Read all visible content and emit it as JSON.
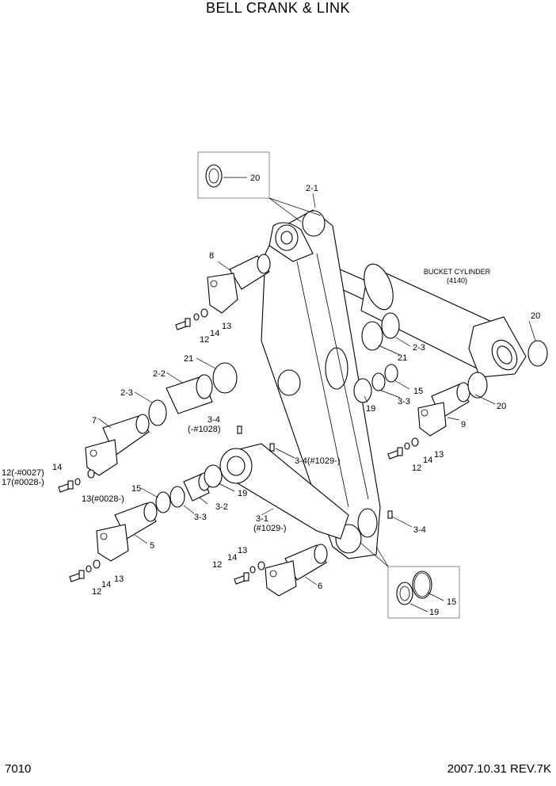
{
  "header": {
    "title": "BELL CRANK & LINK"
  },
  "footer": {
    "page_number": "7010",
    "date_rev": "2007.10.31  REV.7K"
  },
  "diagram": {
    "cylinder_label": {
      "line1": "BUCKET CYLINDER",
      "line2": "(4140)"
    },
    "callouts": {
      "c20a": "20",
      "c2_1": "2-1",
      "c8": "8",
      "c13a": "13",
      "c14a": "14",
      "c12a": "12",
      "c20b": "20",
      "c2_3a": "2-3",
      "c21a": "21",
      "c15a": "15",
      "c3_3a": "3-3",
      "c19a": "19",
      "c20c": "20",
      "c21b": "21",
      "c2_2": "2-2",
      "c2_3b": "2-3",
      "c7": "7",
      "c3_4a": "3-4",
      "c3_4a_sub": "(-#1028)",
      "c3_4b": "3-4(#1029-)",
      "c9": "9",
      "c13b": "13",
      "c14b": "14",
      "c12b": "12",
      "c14c": "14",
      "c12c_1": "12(-#0027)",
      "c17": "17(#0028-)",
      "c13c": "13(#0028-)",
      "c15b": "15",
      "c3_3b": "3-3",
      "c3_2": "3-2",
      "c19b": "19",
      "c3_1": "3-1",
      "c3_1_sub": "(#1029-)",
      "c3_4c": "3-4",
      "c5": "5",
      "c13d": "13",
      "c14d": "14",
      "c12d": "12",
      "c13e": "13",
      "c14e": "14",
      "c12e": "12",
      "c6": "6",
      "c15c": "15",
      "c19c": "19"
    }
  }
}
